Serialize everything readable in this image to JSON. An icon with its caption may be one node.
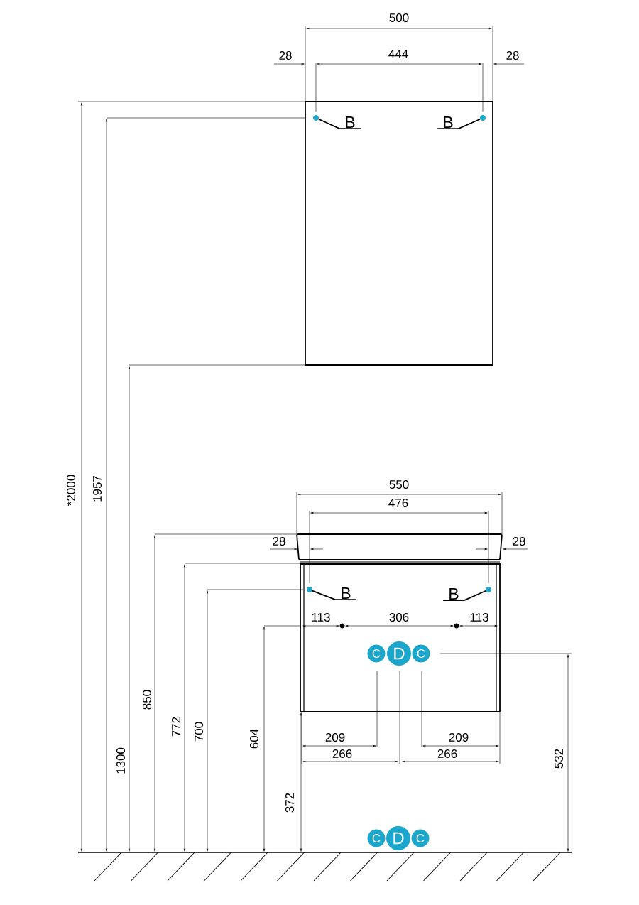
{
  "diagram": {
    "nodes": [
      {
        "text": [
          "B"
        ]
      },
      {
        "text": [],
        "shape": "circle"
      },
      {
        "text": [
          "B"
        ]
      },
      {
        "text": [],
        "shape": "circle"
      },
      {
        "text": [
          "B"
        ]
      },
      {
        "text": [],
        "shape": "circle"
      },
      {
        "text": [
          "B"
        ]
      },
      {
        "text": [],
        "shape": "circle"
      },
      {
        "text": [
          "C"
        ]
      },
      {
        "text": [
          "D"
        ]
      },
      {
        "text": [
          "C"
        ]
      },
      {
        "text": [
          "C"
        ]
      },
      {
        "text": [
          "D"
        ]
      },
      {
        "text": [
          "C"
        ]
      }
    ],
    "edges": [
      {
        "from": 0,
        "to": 1,
        "arrow": "none"
      },
      {
        "from": 2,
        "to": 3,
        "arrow": "none"
      },
      {
        "from": 4,
        "to": 5,
        "arrow": "none"
      },
      {
        "from": 6,
        "to": 7,
        "arrow": "none"
      }
    ],
    "labels": [
      "500",
      "28",
      "444",
      "28",
      "550",
      "476",
      "28",
      "28",
      "113",
      "306",
      "113",
      "209",
      "209",
      "266",
      "266",
      "*2000",
      "1957",
      "1300",
      "850",
      "772",
      "700",
      "604",
      "372",
      "532"
    ]
  }
}
